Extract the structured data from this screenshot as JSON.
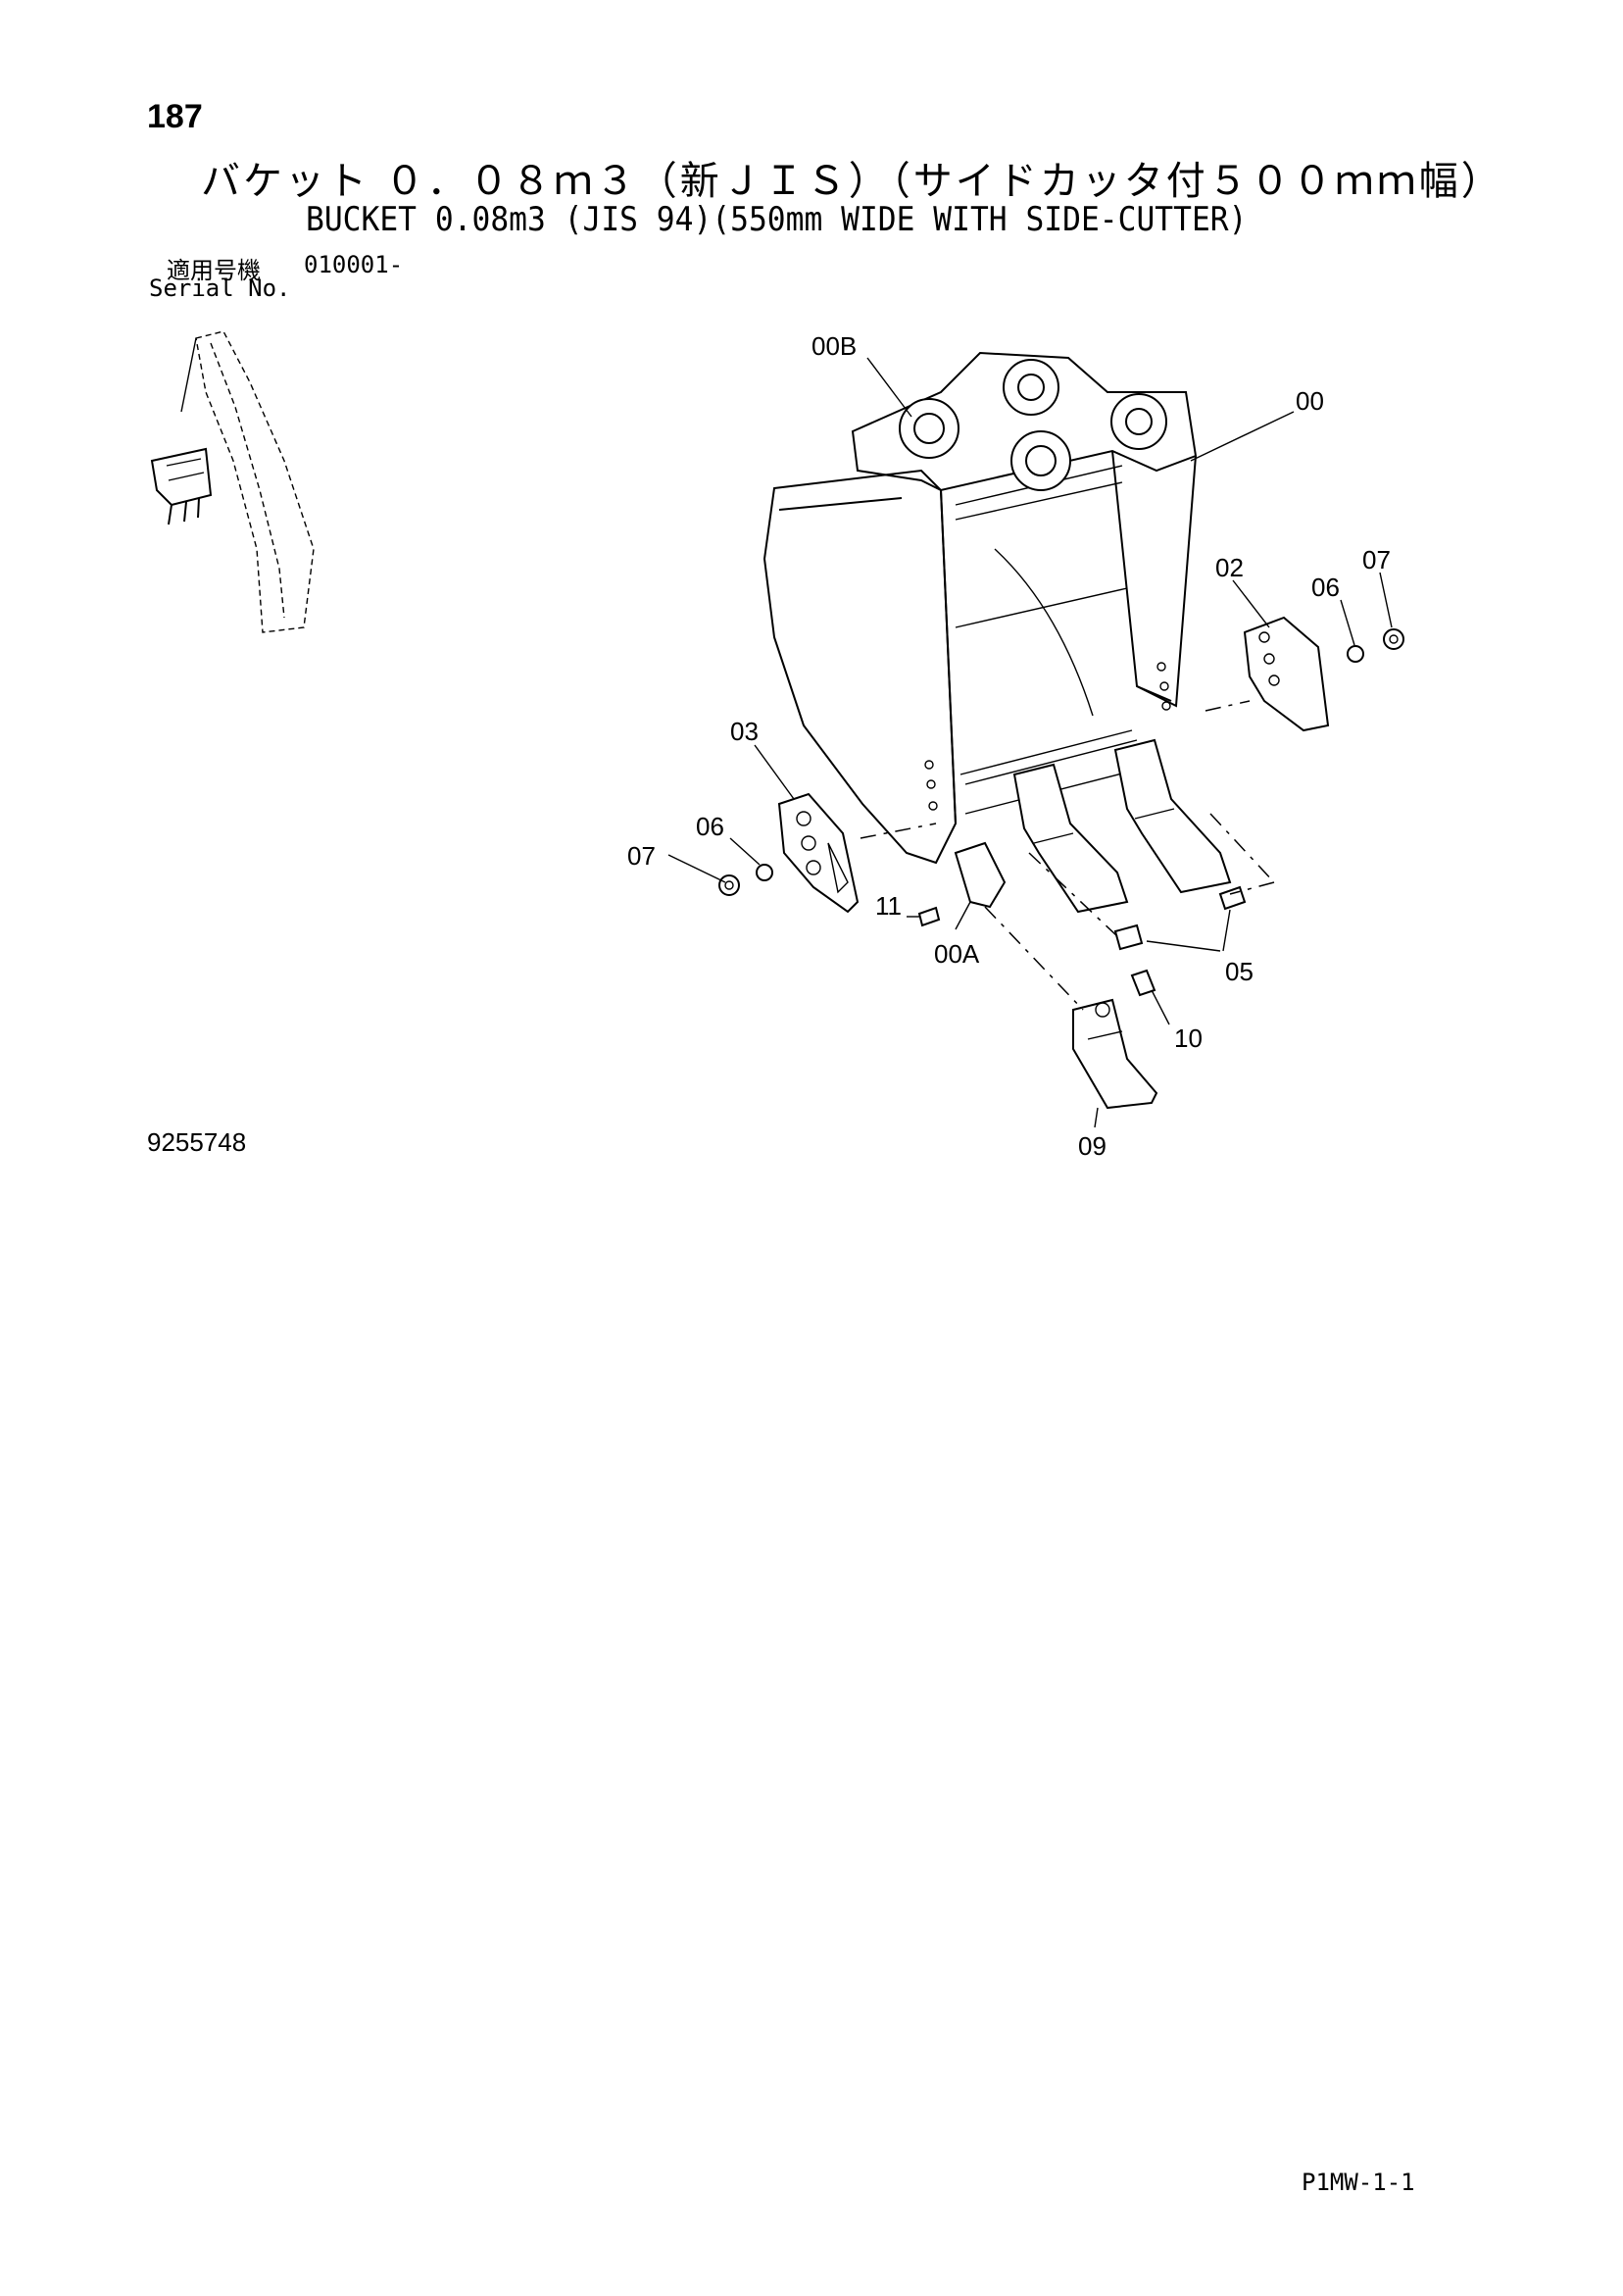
{
  "header": {
    "page_number": "187",
    "title_jp": "バケット ０．０８ｍ３（新ＪＩＳ）（サイドカッタ付５００ｍｍ幅）",
    "title_en": "BUCKET 0.08m3 (JIS 94)(550mm WIDE WITH SIDE-CUTTER)",
    "serial_label_jp": "適用号機",
    "serial_value": "010001-",
    "serial_label_en": "Serial No."
  },
  "drawing_number": "9255748",
  "page_code": "P1MW-1-1",
  "callouts": [
    "00B",
    "00",
    "02",
    "06",
    "07",
    "03",
    "06",
    "07",
    "11",
    "00A",
    "05",
    "10",
    "09"
  ]
}
